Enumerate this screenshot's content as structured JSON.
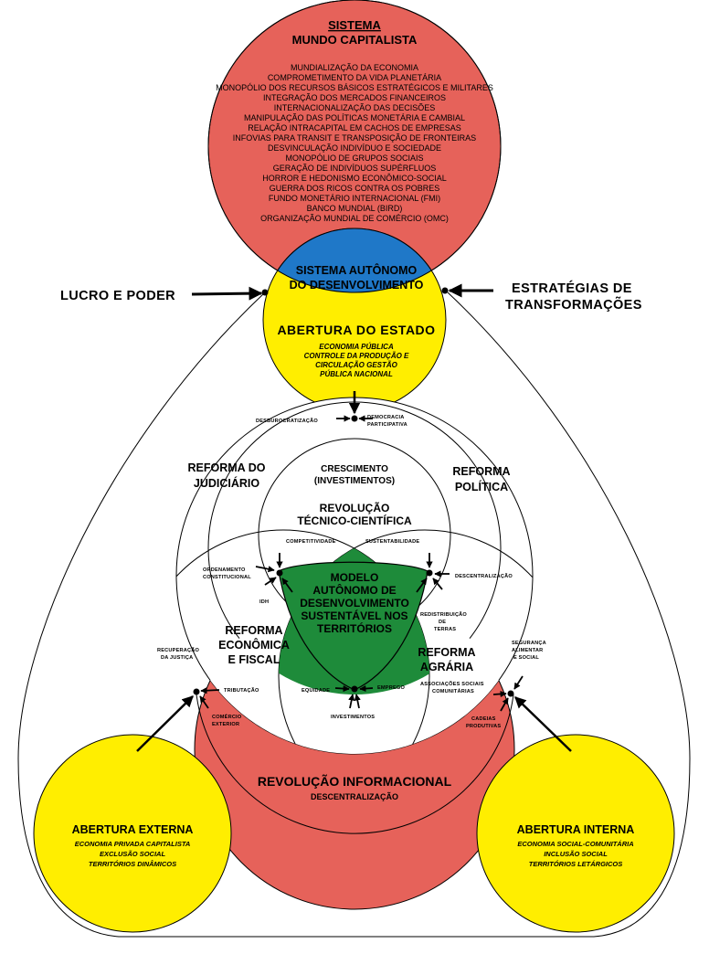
{
  "top_circle": {
    "title_line1": "SISTEMA",
    "title_line2": "MUNDO CAPITALISTA",
    "items": [
      "MUNDIALIZAÇÃO DA ECONOMIA",
      "COMPROMETIMENTO DA VIDA PLANETÁRIA",
      "MONOPÓLIO DOS RECURSOS BÁSICOS ESTRATÉGICOS E MILITARES",
      "INTEGRAÇÃO DOS MERCADOS FINANCEIROS",
      "INTERNACIONALIZAÇÃO DAS DECISÕES",
      "MANIPULAÇÃO DAS POLÍTICAS MONETÁRIA E CAMBIAL",
      "RELAÇÃO INTRACAPITAL EM CACHOS DE EMPRESAS",
      "INFOVIAS PARA TRANSIT E TRANSPOSIÇÃO DE FRONTEIRAS",
      "DESVINCULAÇÃO INDIVÍDUO E SOCIEDADE",
      "MONOPÓLIO DE GRUPOS SOCIAIS",
      "GERAÇÃO DE INDIVÍDUOS SUPÉRFLUOS",
      "HORROR E HEDONISMO ECONÔMICO-SOCIAL",
      "GUERRA DOS RICOS CONTRA OS POBRES",
      "FUNDO MONETÁRIO INTERNACIONAL (FMI)",
      "BANCO MUNDIAL (BIRD)",
      "ORGANIZAÇÃO MUNDIAL DE COMÉRCIO (OMC)"
    ]
  },
  "blue_lens": {
    "line1": "SISTEMA AUTÔNOMO",
    "line2": "DO DESENVOLVIMENTO"
  },
  "left_label": "LUCRO E PODER",
  "right_label_line1": "ESTRATÉGIAS DE",
  "right_label_line2": "TRANSFORMAÇÕES",
  "yellow_lens": {
    "title": "ABERTURA DO ESTADO",
    "lines": [
      "ECONOMIA PÚBLICA",
      "CONTROLE DA PRODUÇÃO E",
      "CIRCULAÇÃO GESTÃO",
      "PÚBLICA NACIONAL"
    ]
  },
  "small_labels": {
    "desburocratizacao": "DESBUROCRATIZAÇÃO",
    "democracia_1": "DEMOCRACIA",
    "democracia_2": "PARTICIPATIVA",
    "competitividade": "COMPETITIVIDADE",
    "sustentabilidade": "SUSTENTABILIDADE",
    "ordenamento_1": "ORDENAMENTO",
    "ordenamento_2": "CONSTITUCIONAL",
    "descentralizacao": "DESCENTRALIZAÇÃO",
    "idh": "IDH",
    "redistribuicao_1": "REDISTRIBUIÇÃO",
    "redistribuicao_2": "DE",
    "redistribuicao_3": "TERRAS",
    "recuperacao_1": "RECUPERAÇÃO",
    "recuperacao_2": "DA JUSTIÇA",
    "seguranca_1": "SEGURANÇA",
    "seguranca_2": "ALIMENTAR",
    "seguranca_3": "E SOCIAL",
    "tributacao": "TRIBUTAÇÃO",
    "equidade": "EQUIDADE",
    "emprego": "EMPREGO",
    "associacoes_1": "ASSOCIAÇÕES SOCIAIS",
    "associacoes_2": "COMUNITÁRIAS",
    "comercio_1": "COMÉRCIO",
    "comercio_2": "EXTERIOR",
    "investimentos": "INVESTIMENTOS",
    "cadeias_1": "CADEIAS",
    "cadeias_2": "PRODUTIVAS"
  },
  "regions": {
    "reforma_judiciario_1": "REFORMA DO",
    "reforma_judiciario_2": "JUDICIÁRIO",
    "reforma_politica_1": "REFORMA",
    "reforma_politica_2": "POLÍTICA",
    "crescimento_1": "CRESCIMENTO",
    "crescimento_2": "(INVESTIMENTOS)",
    "revolucao_tc_1": "REVOLUÇÃO",
    "revolucao_tc_2": "TÉCNICO-CIENTÍFICA",
    "reforma_economica_1": "REFORMA",
    "reforma_economica_2": "ECONÔMICA",
    "reforma_economica_3": "E FISCAL",
    "reforma_agraria_1": "REFORMA",
    "reforma_agraria_2": "AGRÁRIA"
  },
  "green_center": {
    "lines": [
      "MODELO",
      "AUTÔNOMO DE",
      "DESENVOLVIMENTO",
      "SUSTENTÁVEL NOS",
      "TERRITÓRIOS"
    ]
  },
  "bottom_circle": {
    "title": "REVOLUÇÃO INFORMACIONAL",
    "subtitle": "DESCENTRALIZAÇÃO"
  },
  "abertura_externa": {
    "title": "ABERTURA EXTERNA",
    "lines": [
      "ECONOMIA PRIVADA CAPITALISTA",
      "EXCLUSÃO SOCIAL",
      "TERRITÓRIOS DINÂMICOS"
    ]
  },
  "abertura_interna": {
    "title": "ABERTURA INTERNA",
    "lines": [
      "ECONOMIA SOCIAL-COMUNITÁRIA",
      "INCLUSÃO SOCIAL",
      "TERRITÓRIOS LETÁRGICOS"
    ]
  },
  "colors": {
    "red": "#E6625A",
    "blue": "#1F78C8",
    "yellow": "#FFEE00",
    "green": "#1E8B3A",
    "stroke": "#000000"
  }
}
